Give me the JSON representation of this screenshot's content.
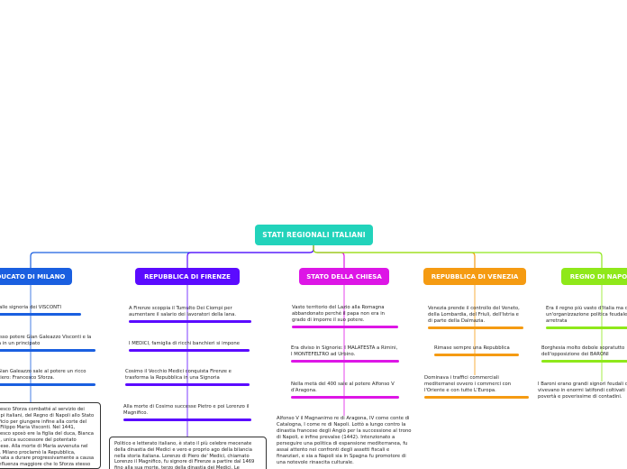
{
  "root": {
    "label": "STATI REGIONALI ITALIANI",
    "color": "#22d3bb"
  },
  "branches": [
    {
      "label": "DUCATO DI MILANO",
      "color": "#1a5fe0",
      "items": [
        {
          "text": "Stato dalle signoria dei VISCONTI"
        },
        {
          "text": "Il possesso potere Gian Galeazzo Visconti e la signoria in un principato"
        },
        {
          "text": "Morto Gian Galeazzo sale al potere un ricco condottiero: Francesco Sforza."
        },
        {
          "text": "Francesco Sforza combatté al servizio dei principi italiani, del Regno di Napoli allo Stato Pontificio per giungere infine alla corte del duca Filippo Maria Visconti. Nel 1441, Francesco sposò ere la figlia del duca, Bianca Maria, unica successore del potentato milanese. Alla morte di Maria avvenuta nel 1447, Milano proclamò la Repubblica, destinata a durare progressivamente a causa dell'influenza maggiore che lo Sforza stesso riuscì a esercitare sul popolo milanese. Dopo essere asceso",
          "boxed": true
        }
      ]
    },
    {
      "label": "REPUBBLICA DI FIRENZE",
      "color": "#5b0bff",
      "items": [
        {
          "text": "A Firenze scoppia il Tumulto Dei Ciompi per aumentare il salario dei lavoratori della lana."
        },
        {
          "text": "I MEDICI, famiglia di ricchi banchieri si impone"
        },
        {
          "text": "Cosimo il Vecchio Medici conquista Firenze e trasforma la Repubblica in una Signoria"
        },
        {
          "text": "Alla morte di Cosimo successe Pietro e poi Lorenzo il Magnifico."
        },
        {
          "text": "Politico e letterato italiano, è stato il più celebre mecenate della dinastia dei Medici e vero e proprio ago della bilancia nella storia italiana. Lorenzo di Piero de' Medici, chiamato Lorenzo il Magnifico, fu signore di Firenze a partire dal 1469 fino alla sua morte, terzo della dinastia dei Medici. Le",
          "boxed": true
        }
      ]
    },
    {
      "label": "STATO DELLA CHIESA",
      "color": "#dd16e6",
      "items": [
        {
          "text": "Vasto territorio del Lazio alla Romagna abbandonato perché il papa non era in grado di imporre il suo potere."
        },
        {
          "text": "Era diviso in Signorie: I MALATESTA a Rimini, I MONTEFELTRO ad Urbino."
        },
        {
          "text": "Nella metà del 400 sale al potere Alfonso V d'Aragona."
        },
        {
          "text": "Alfonso V il Magnanimo re di Aragona, IV come conte di Catalogna, I come re di Napoli. Lottò a lungo contro la dinastia francese degli Angiò per la successione al trono di Napoli, e infine prevalse (1442). Intenzionato a perseguire una politica di espansione mediterranea, fu assai attento nei confronti degli assetti fiscali e finanziari, e sia a Napoli sia in Spagna fu promotore di una notevole rinascita culturale."
        }
      ]
    },
    {
      "label": "REPUBBLICA DI VENEZIA",
      "color": "#f59b12",
      "items": [
        {
          "text": "Venezia prende il controllo del Veneto, della Lombardia, del Friuli, dell'Istria e di parte della Dalmazia."
        },
        {
          "text": "Rimase sempre una Repubblica"
        },
        {
          "text": "Dominava i traffici commerciali mediterranei ovvero i commerci con l'Oriente e con tutte L'Europa."
        }
      ]
    },
    {
      "label": "REGNO DI NAPOLI",
      "color": "#8fe81a",
      "items": [
        {
          "text": "Era il regno più vasto d'Italia ma con un'organizzazione politica feudale e arretrata"
        },
        {
          "text": "Borghesia molto debole sopratutto dell'opposizione dei BARONI"
        },
        {
          "text": "I Baroni erano grandi signori feudali che vivevano in enormi latifondi coltivati in povertà e poverissime di contadini."
        }
      ]
    }
  ]
}
